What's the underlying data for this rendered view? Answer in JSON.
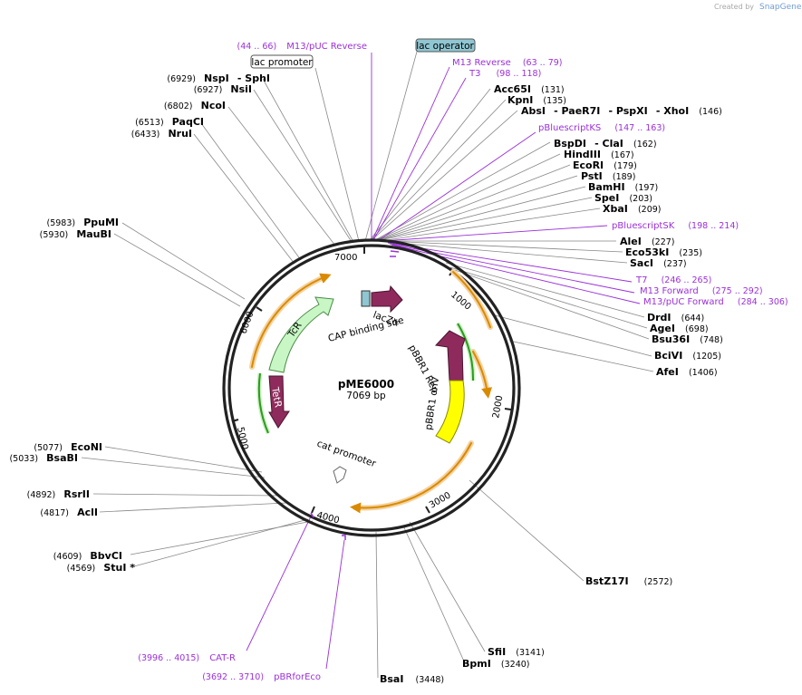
{
  "credit": {
    "created_by": "Created by",
    "brand": "SnapGene"
  },
  "plasmid": {
    "name": "pME6000",
    "size": "7069 bp"
  },
  "ticks": [
    "1000",
    "2000",
    "3000",
    "4000",
    "5000",
    "6000",
    "7000"
  ],
  "features": {
    "lacZa": "lacZα",
    "cap": "CAP binding site",
    "pbbr1rep": "pBBR1 Rep",
    "pbbr1oriv": "pBBR1 oriV",
    "cat": "cat promoter",
    "tcr": "TcR",
    "tetr": "TetR"
  },
  "boxes": {
    "lac_promoter": "lac promoter",
    "lac_operator": "lac operator"
  },
  "enzymes": [
    {
      "names": [
        "Acc65I"
      ],
      "pos": "(131)"
    },
    {
      "names": [
        "KpnI"
      ],
      "pos": "(135)"
    },
    {
      "names": [
        "AbsI",
        "- PaeR7I",
        "- PspXI",
        "- XhoI"
      ],
      "pos": "(146)"
    },
    {
      "names": [
        "BspDI",
        "- ClaI"
      ],
      "pos": "(162)"
    },
    {
      "names": [
        "HindIII"
      ],
      "pos": "(167)"
    },
    {
      "names": [
        "EcoRI"
      ],
      "pos": "(179)"
    },
    {
      "names": [
        "PstI"
      ],
      "pos": "(189)"
    },
    {
      "names": [
        "BamHI"
      ],
      "pos": "(197)"
    },
    {
      "names": [
        "SpeI"
      ],
      "pos": "(203)"
    },
    {
      "names": [
        "XbaI"
      ],
      "pos": "(209)"
    },
    {
      "names": [
        "AleI"
      ],
      "pos": "(227)"
    },
    {
      "names": [
        "Eco53kI"
      ],
      "pos": "(235)"
    },
    {
      "names": [
        "SacI"
      ],
      "pos": "(237)"
    },
    {
      "names": [
        "DrdI"
      ],
      "pos": "(644)"
    },
    {
      "names": [
        "AgeI"
      ],
      "pos": "(698)"
    },
    {
      "names": [
        "Bsu36I"
      ],
      "pos": "(748)"
    },
    {
      "names": [
        "BciVI"
      ],
      "pos": "(1205)"
    },
    {
      "names": [
        "AfeI"
      ],
      "pos": "(1406)"
    },
    {
      "names": [
        "BstZ17I"
      ],
      "pos": "(2572)"
    },
    {
      "names": [
        "SfiI"
      ],
      "pos": "(3141)"
    },
    {
      "names": [
        "BpmI"
      ],
      "pos": "(3240)"
    },
    {
      "names": [
        "BsaI"
      ],
      "pos": "(3448)"
    },
    {
      "names": [
        "BbvCI"
      ],
      "pos": "(4609)"
    },
    {
      "names": [
        "StuI *"
      ],
      "pos": "(4569)"
    },
    {
      "names": [
        "AclI"
      ],
      "pos": "(4817)"
    },
    {
      "names": [
        "RsrII"
      ],
      "pos": "(4892)"
    },
    {
      "names": [
        "BsaBI"
      ],
      "pos": "(5033)"
    },
    {
      "names": [
        "EcoNI"
      ],
      "pos": "(5077)"
    },
    {
      "names": [
        "MauBI"
      ],
      "pos": "(5930)"
    },
    {
      "names": [
        "PpuMI"
      ],
      "pos": "(5983)"
    },
    {
      "names": [
        "NruI"
      ],
      "pos": "(6433)"
    },
    {
      "names": [
        "PaqCI"
      ],
      "pos": "(6513)"
    },
    {
      "names": [
        "NcoI"
      ],
      "pos": "(6802)"
    },
    {
      "names": [
        "NsiI"
      ],
      "pos": "(6927)"
    },
    {
      "names": [
        "NspI",
        "- SphI"
      ],
      "pos": "(6929)"
    }
  ],
  "primers": [
    {
      "name": "M13/pUC Reverse",
      "range": "(44 .. 66)"
    },
    {
      "name": "M13 Reverse",
      "range": "(63 .. 79)"
    },
    {
      "name": "T3",
      "range": "(98 .. 118)"
    },
    {
      "name": "pBluescriptKS",
      "range": "(147 .. 163)"
    },
    {
      "name": "pBluescriptSK",
      "range": "(198 .. 214)"
    },
    {
      "name": "T7",
      "range": "(246 .. 265)"
    },
    {
      "name": "M13 Forward",
      "range": "(275 .. 292)"
    },
    {
      "name": "M13/pUC Forward",
      "range": "(284 .. 306)"
    },
    {
      "name": "CAT-R",
      "range": "(3996 .. 4015)"
    },
    {
      "name": "pBRforEco",
      "range": "(3692 .. 3710)"
    }
  ],
  "colors": {
    "backbone": "#222222",
    "lacz": "#8e2b5c",
    "pbbr1rep": "#8e2b5c",
    "oriv": "#ffff00",
    "tcr": "#c8f7c5",
    "tetr": "#8e2b5c",
    "orange_arrow": "#d98a00",
    "green_arrow": "#2e9a1e",
    "primer": "#9b30d9",
    "lac_operator_box": "#8fc6d2"
  }
}
